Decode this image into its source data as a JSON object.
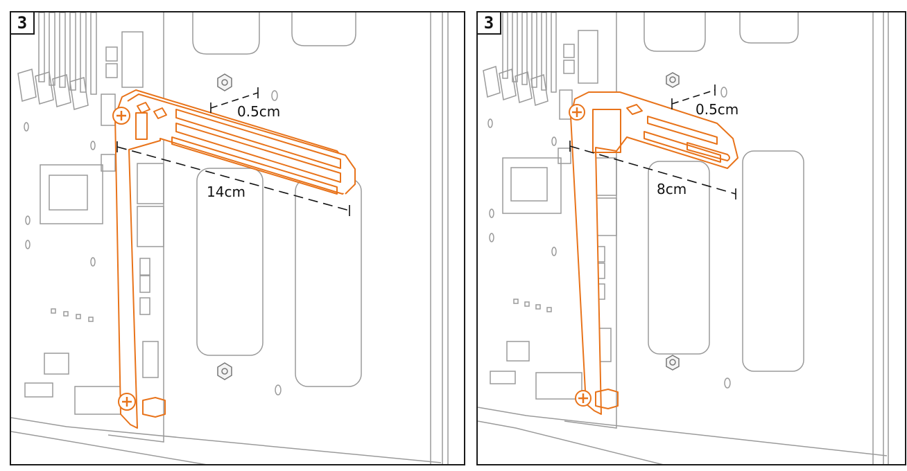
{
  "panels": [
    {
      "step": "3",
      "bracket": "long",
      "dimensions": {
        "offset_label": "0.5cm",
        "length_label": "14cm"
      }
    },
    {
      "step": "3",
      "bracket": "short",
      "dimensions": {
        "offset_label": "0.5cm",
        "length_label": "8cm"
      }
    }
  ],
  "colors": {
    "bracket_outline": "#e8731a",
    "line_art": "#9a9a9a",
    "dimension_line": "#111111",
    "frame": "#1a1a1a"
  },
  "icons": [
    "screw-icon",
    "standoff-icon"
  ]
}
